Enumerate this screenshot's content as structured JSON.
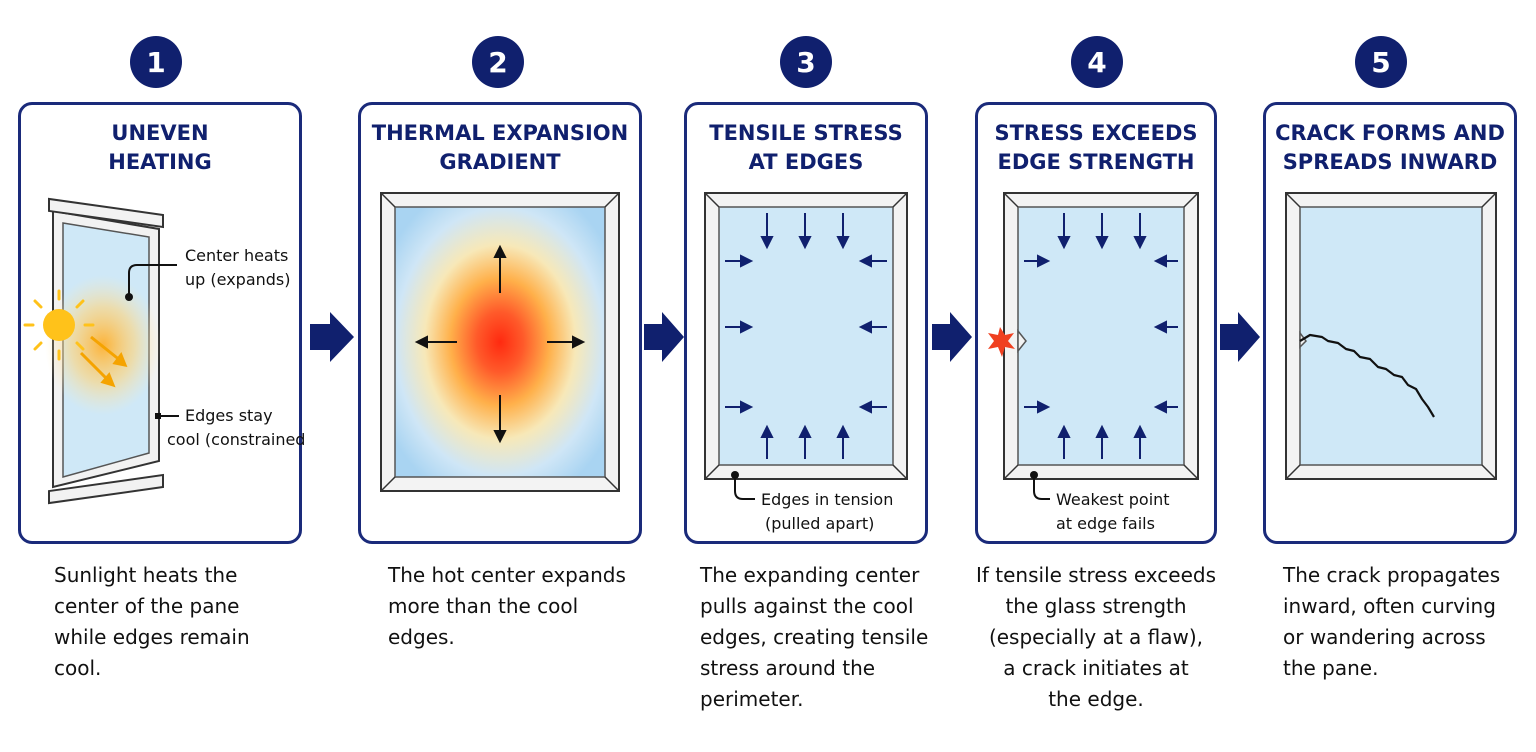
{
  "steps": [
    {
      "number": "1",
      "title_line1": "UNEVEN",
      "title_line2": "HEATING",
      "callout_center_1": "Center heats",
      "callout_center_2": "up (expands)",
      "callout_edges_1": "Edges stay",
      "callout_edges_2": "cool (constrained)",
      "caption": [
        "Sunlight heats the",
        "center of the pane",
        "while edges remain",
        "cool."
      ]
    },
    {
      "number": "2",
      "title_line1": "THERMAL EXPANSION",
      "title_line2": "GRADIENT",
      "caption": [
        "The hot center expands",
        "more than the cool",
        "edges."
      ]
    },
    {
      "number": "3",
      "title_line1": "TENSILE STRESS",
      "title_line2": "AT EDGES",
      "callout_1": "Edges in tension",
      "callout_2": "(pulled apart)",
      "caption": [
        "The expanding center",
        "pulls against the cool",
        "edges, creating tensile",
        "stress around the",
        "perimeter."
      ]
    },
    {
      "number": "4",
      "title_line1": "STRESS EXCEEDS",
      "title_line2": "EDGE STRENGTH",
      "callout_1": "Weakest point",
      "callout_2": "at edge fails",
      "caption": [
        "If tensile stress exceeds",
        "the glass strength",
        "(especially at a flaw),",
        "a crack initiates at",
        "the edge."
      ]
    },
    {
      "number": "5",
      "title_line1": "CRACK FORMS AND",
      "title_line2": "SPREADS INWARD",
      "caption": [
        "The crack propagates",
        "inward, often curving",
        "or wandering across",
        "the pane."
      ]
    }
  ],
  "colors": {
    "navy": "#10206e",
    "glass": "#cfe8f7",
    "hot": "#ff3a1a",
    "sun": "#ffc21a"
  }
}
